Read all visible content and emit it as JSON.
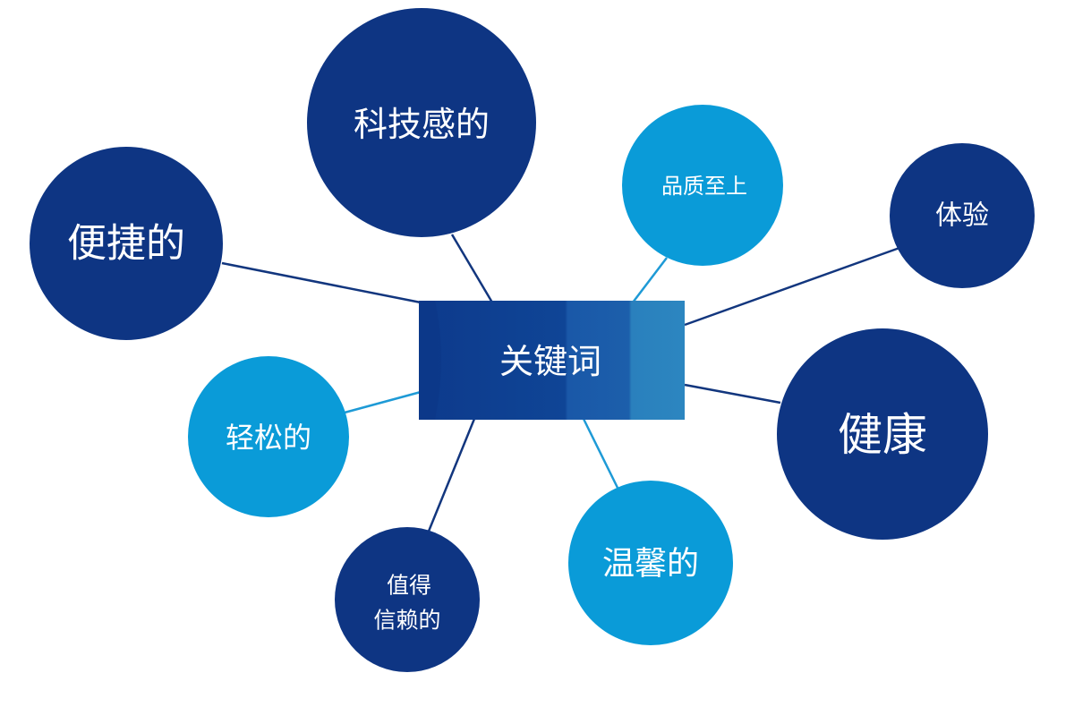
{
  "center": {
    "label": "关键词",
    "colors": [
      "#0e3d8f",
      "#1a5aa9",
      "#2a80bd"
    ]
  },
  "colors": {
    "dark": "#0e3583",
    "light": "#0a9bd8",
    "dark_line": "#12367e",
    "light_line": "#1e9ad6"
  },
  "nodes": [
    {
      "id": "keji",
      "label": "科技感的",
      "tone": "dark"
    },
    {
      "id": "pinzhi",
      "label": "品质至上",
      "tone": "light"
    },
    {
      "id": "tiyan",
      "label": "体验",
      "tone": "dark"
    },
    {
      "id": "bianjie",
      "label": "便捷的",
      "tone": "dark"
    },
    {
      "id": "jiankang",
      "label": "健康",
      "tone": "dark"
    },
    {
      "id": "qingsong",
      "label": "轻松的",
      "tone": "light"
    },
    {
      "id": "wenxin",
      "label": "温馨的",
      "tone": "light"
    },
    {
      "id": "xinlai",
      "label": "值得\n信赖的",
      "lines": [
        "值得",
        "信赖的"
      ],
      "tone": "dark"
    }
  ]
}
